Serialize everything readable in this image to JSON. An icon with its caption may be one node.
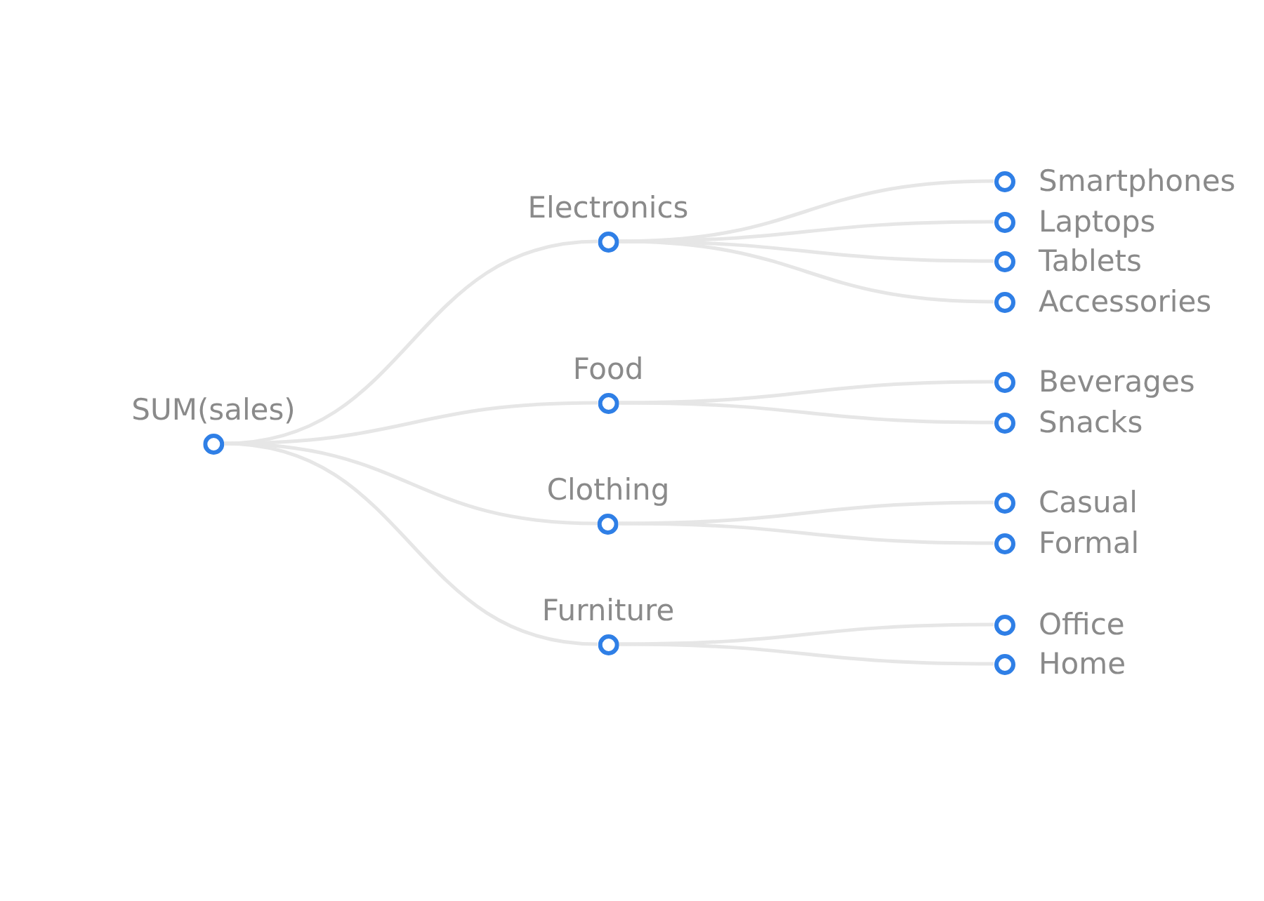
{
  "diagram": {
    "nodes": [
      {
        "text": [
          "SUM(sales)"
        ]
      },
      {
        "text": [
          "Electronics"
        ]
      },
      {
        "text": [
          "Food"
        ]
      },
      {
        "text": [
          "Clothing"
        ]
      },
      {
        "text": [
          "Furniture"
        ]
      },
      {
        "text": [
          "Smartphones"
        ]
      },
      {
        "text": [
          "Laptops"
        ]
      },
      {
        "text": [
          "Tablets"
        ]
      },
      {
        "text": [
          "Accessories"
        ]
      },
      {
        "text": [
          "Beverages"
        ]
      },
      {
        "text": [
          "Snacks"
        ]
      },
      {
        "text": [
          "Casual"
        ]
      },
      {
        "text": [
          "Formal"
        ]
      },
      {
        "text": [
          "Office"
        ]
      },
      {
        "text": [
          "Home"
        ]
      }
    ],
    "edges": [
      {
        "from": 0,
        "to": 1,
        "arrow": "none"
      },
      {
        "from": 0,
        "to": 2,
        "arrow": "none"
      },
      {
        "from": 0,
        "to": 3,
        "arrow": "none"
      },
      {
        "from": 0,
        "to": 4,
        "arrow": "none"
      },
      {
        "from": 1,
        "to": 5,
        "arrow": "none"
      },
      {
        "from": 1,
        "to": 6,
        "arrow": "none"
      },
      {
        "from": 1,
        "to": 7,
        "arrow": "none"
      },
      {
        "from": 1,
        "to": 8,
        "arrow": "none"
      },
      {
        "from": 2,
        "to": 9,
        "arrow": "none"
      },
      {
        "from": 2,
        "to": 10,
        "arrow": "none"
      },
      {
        "from": 3,
        "to": 11,
        "arrow": "none"
      },
      {
        "from": 3,
        "to": 12,
        "arrow": "none"
      },
      {
        "from": 4,
        "to": 13,
        "arrow": "none"
      },
      {
        "from": 4,
        "to": 14,
        "arrow": "none"
      }
    ]
  }
}
